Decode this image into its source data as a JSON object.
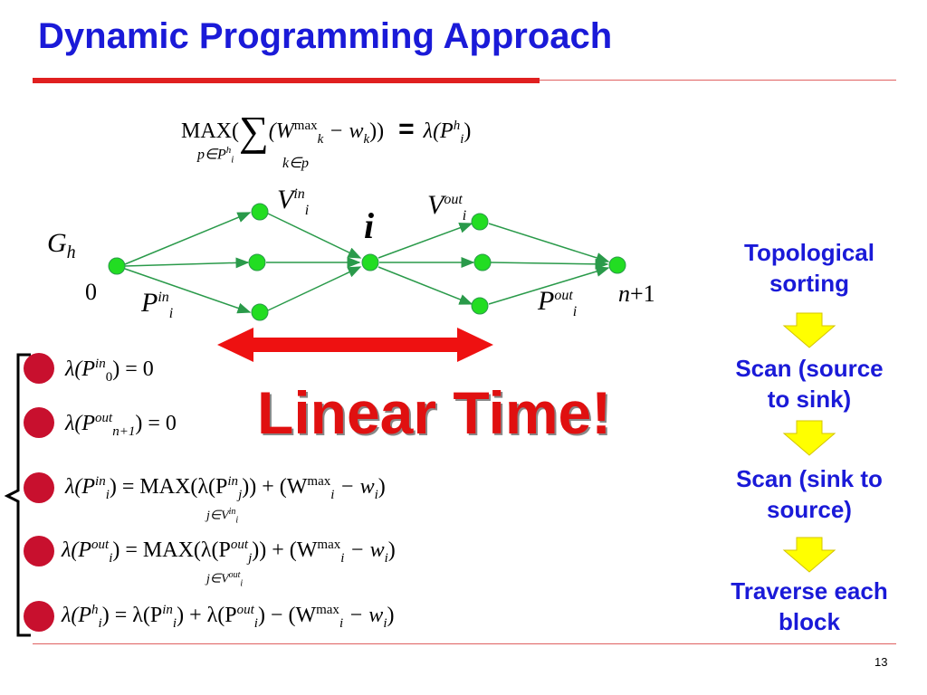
{
  "slide": {
    "title": "Dynamic Programming Approach",
    "page_number": "13"
  },
  "formula_top": {
    "lhs_max": "MAX(",
    "lhs_sum_body": "(W",
    "lhs_sum_body_sup": "max",
    "lhs_sum_body_sub": "k",
    "lhs_minus": " − w",
    "lhs_minus_sub": "k",
    "lhs_close": "))",
    "equals": "=",
    "rhs": "λ(P",
    "rhs_sup": "h",
    "rhs_sub": "i",
    "rhs_close": ")",
    "under_max": "p∈P",
    "under_max_sup": "h",
    "under_max_sub": "i",
    "under_sum": "k∈p"
  },
  "graph": {
    "graph_label": "G",
    "graph_label_sub": "h",
    "source_label": "0",
    "sink_label_n": "n",
    "sink_label_rest": "+1",
    "center_label": "i",
    "v_in": "V",
    "v_in_sup": "in",
    "v_in_sub": "i",
    "v_out": "V",
    "v_out_sup": "out",
    "v_out_sub": "i",
    "p_in": "P",
    "p_in_sup": "in",
    "p_in_sub": "i",
    "p_out": "P",
    "p_out_sup": "out",
    "p_out_sub": "i",
    "node_color": "#22dd22",
    "edge_color": "#2a9a4a",
    "arrow_color": "#ee1111"
  },
  "linear_time": "Linear Time!",
  "steps": [
    {
      "line1": "Topological",
      "line2": "sorting"
    },
    {
      "line1": "Scan (source",
      "line2": "to sink)"
    },
    {
      "line1": "Scan (sink to",
      "line2": "source)"
    },
    {
      "line1": "Traverse each",
      "line2": "block"
    }
  ],
  "equations": {
    "eq1": {
      "a": "λ(P",
      "sup": "in",
      "sub": "0",
      "b": ") = 0"
    },
    "eq2": {
      "a": "λ(P",
      "sup": "out",
      "sub": "n+1",
      "b": ") = 0"
    },
    "eq3": {
      "a": "λ(P",
      "sup": "in",
      "sub": "i",
      "b": ") = MAX(λ(P",
      "sup2": "in",
      "sub2": "j",
      "c": ")) + (W",
      "sup3": "max",
      "sub3": "i",
      "d": " − w",
      "sub4": "i",
      "e": ")",
      "under": "j∈V",
      "under_sup": "in",
      "under_sub": "i"
    },
    "eq4": {
      "a": "λ(P",
      "sup": "out",
      "sub": "i",
      "b": ") = MAX(λ(P",
      "sup2": "out",
      "sub2": "j",
      "c": ")) + (W",
      "sup3": "max",
      "sub3": "i",
      "d": " − w",
      "sub4": "i",
      "e": ")",
      "under": "j∈V",
      "under_sup": "out",
      "under_sub": "i"
    },
    "eq5": {
      "a": "λ(P",
      "sup": "h",
      "sub": "i",
      "b": ") = λ(P",
      "sup2": "in",
      "sub2": "i",
      "c": ") + λ(P",
      "sup3": "out",
      "sub3": "i",
      "d": ") − (W",
      "sup4": "max",
      "sub4": "i",
      "e": " − w",
      "sub5": "i",
      "f": ")"
    }
  },
  "colors": {
    "title": "#1a1ad8",
    "accent_red": "#e02020",
    "bullet": "#c8102e",
    "down_arrow": "#ffff00"
  }
}
